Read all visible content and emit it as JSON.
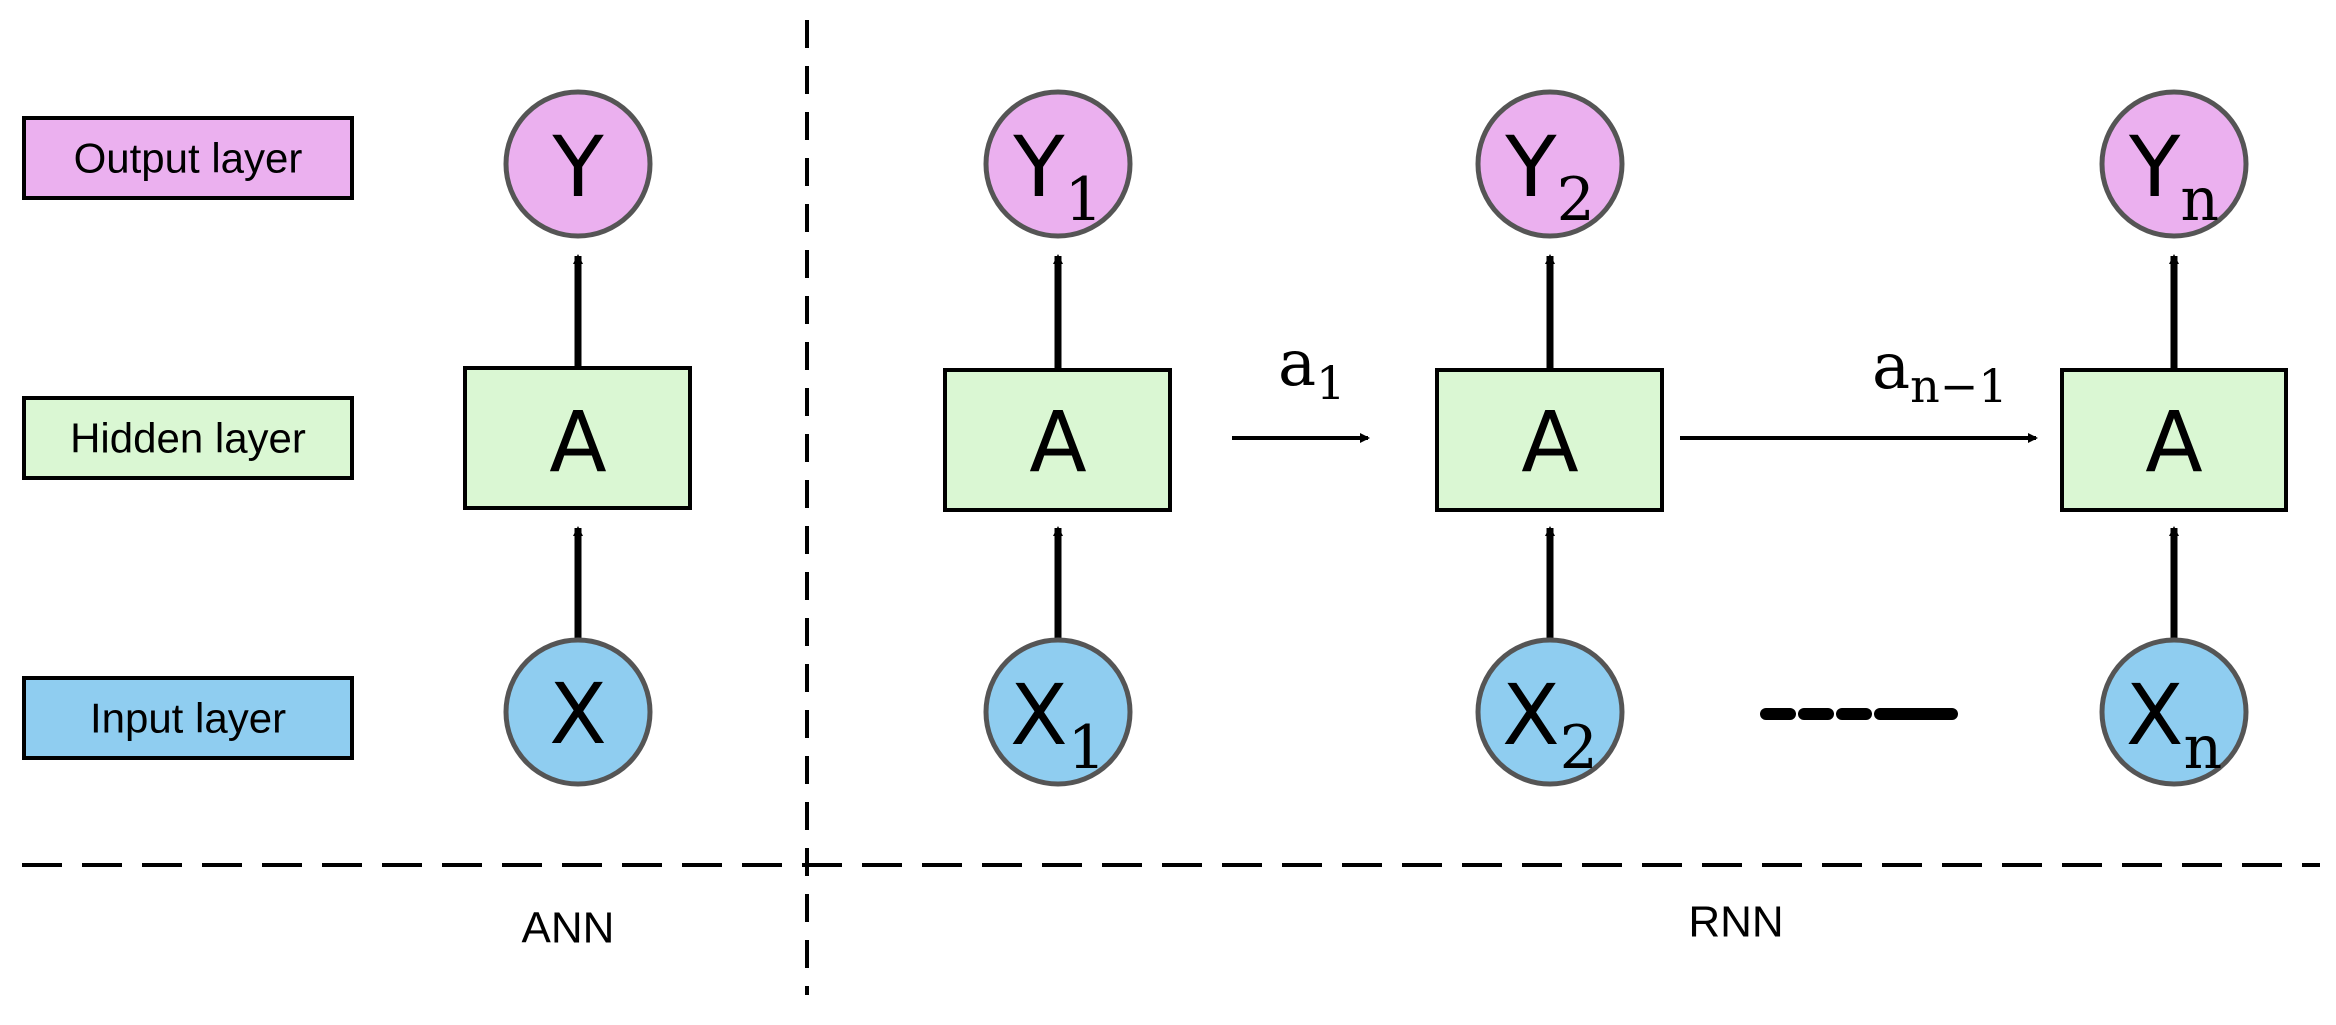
{
  "legend": {
    "output_label": "Output layer",
    "hidden_label": "Hidden layer",
    "input_label": "Input layer"
  },
  "colors": {
    "output_fill": "#ebb0ef",
    "hidden_fill": "#daf7d3",
    "input_fill": "#8fcdf0",
    "node_stroke": "#555555",
    "line": "#000000"
  },
  "ann": {
    "output": "Y",
    "hidden": "A",
    "input": "X",
    "section_label": "ANN"
  },
  "rnn": {
    "steps": [
      {
        "output": "Y",
        "output_sub": "1",
        "hidden": "A",
        "input": "X",
        "input_sub": "1"
      },
      {
        "output": "Y",
        "output_sub": "2",
        "hidden": "A",
        "input": "X",
        "input_sub": "2"
      },
      {
        "output": "Y",
        "output_sub": "n",
        "hidden": "A",
        "input": "X",
        "input_sub": "n"
      }
    ],
    "edges": [
      {
        "label": "a",
        "sub": "1"
      },
      {
        "label": "a",
        "sub": "n−1"
      }
    ],
    "ellipsis": "----",
    "section_label": "RNN"
  }
}
